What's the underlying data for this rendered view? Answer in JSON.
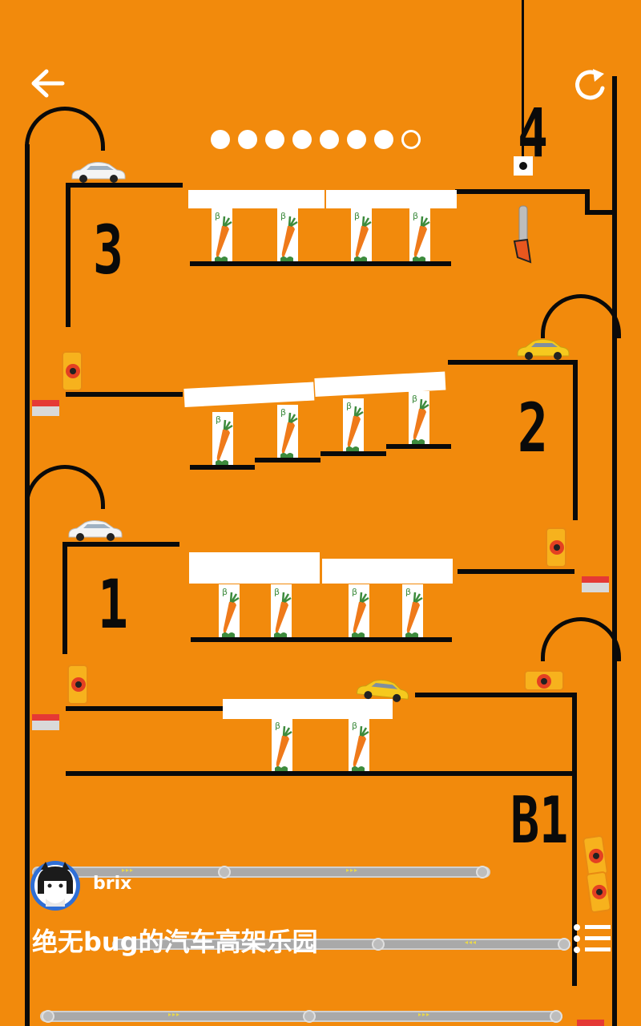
{
  "game": {
    "title": "绝无bug的汽车高架乐园",
    "username": "brix",
    "progress": {
      "completed": 7,
      "total": 8
    }
  },
  "floors": [
    "3",
    "2",
    "1",
    "B1",
    "4"
  ],
  "controls": {
    "back_icon": "arrow-left-icon",
    "restart_icon": "restart-icon",
    "menu_icon": "menu-icon"
  },
  "colors": {
    "background": "#f28a0c",
    "wall": "#0a0a0a",
    "slab": "#ffffff",
    "car_white": "#ffffff",
    "car_yellow": "#f6c91e"
  }
}
